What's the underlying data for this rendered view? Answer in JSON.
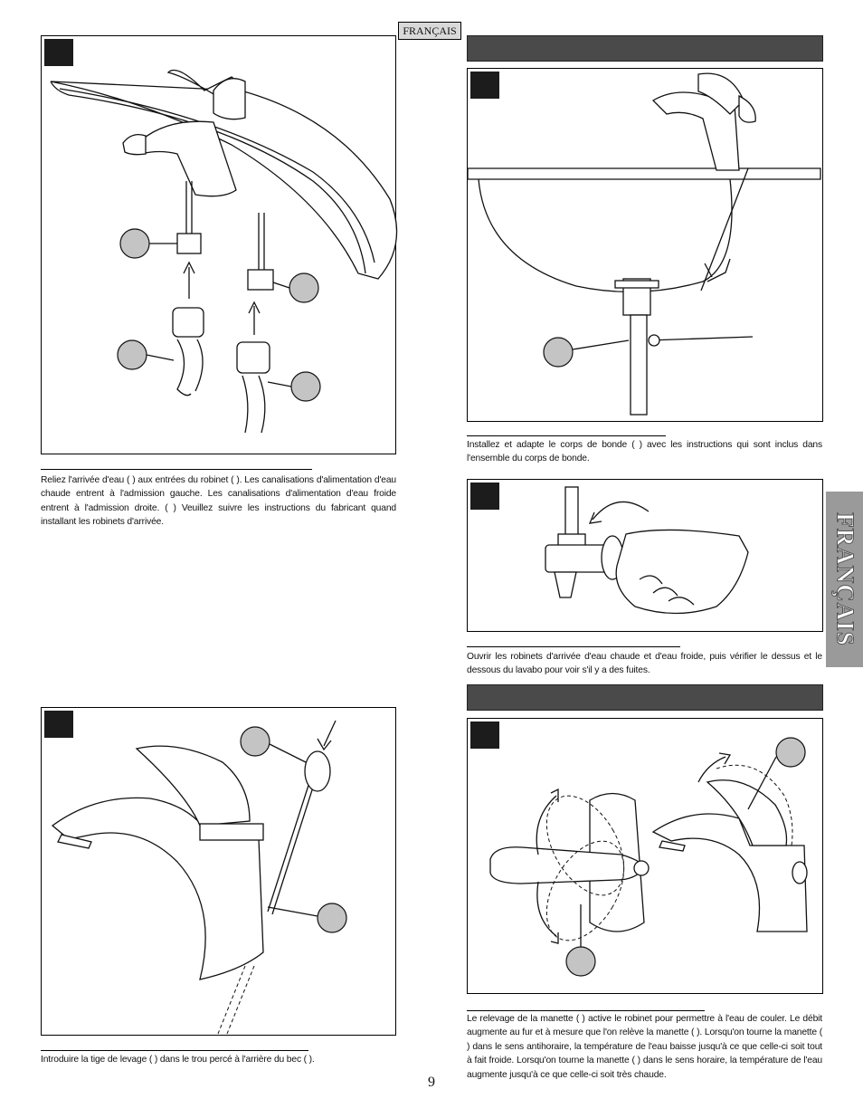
{
  "header": {
    "language_tag": "FRANÇAIS"
  },
  "side_tab": {
    "label": "FRANÇAIS"
  },
  "steps": {
    "supply": {
      "caption": "Reliez l'arrivée d'eau (     ) aux entrées du robinet (     ). Les canalisations d'alimentation d'eau chaude entrent à l'admission gauche. Les canalisations d'alimentation d'eau froide entrent à l'admission droite. (                                                                          ) Veuillez suivre les instructions du fabricant quand installant les robinets d'arrivée."
    },
    "drain": {
      "caption": "Installez et adapte le corps de bonde (     ) avec les instructions qui sont inclus dans l'ensemble du corps de bonde."
    },
    "valves": {
      "caption": "Ouvrir les robinets d'arrivée d'eau chaude et d'eau froide, puis vérifier le dessus et le dessous du lavabo pour voir s'il y a des fuites."
    },
    "lift_rod": {
      "caption": "Introduire la tige de levage (     ) dans le trou percé à l'arrière du bec (     )."
    },
    "operation": {
      "caption": "Le relevage de la manette (     ) active le robinet pour permettre à l'eau de couler. Le débit augmente au fur et à mesure que l'on relève la manette (     ). Lorsqu'on tourne la manette (     ) dans le sens antihoraire, la température de l'eau baisse jusqu'à ce que celle-ci soit tout à fait froide. Lorsqu'on tourne la manette (     ) dans le sens horaire, la température de l'eau augmente jusqu'à ce que celle-ci soit très chaude."
    }
  },
  "footer": {
    "page_number": "9"
  }
}
